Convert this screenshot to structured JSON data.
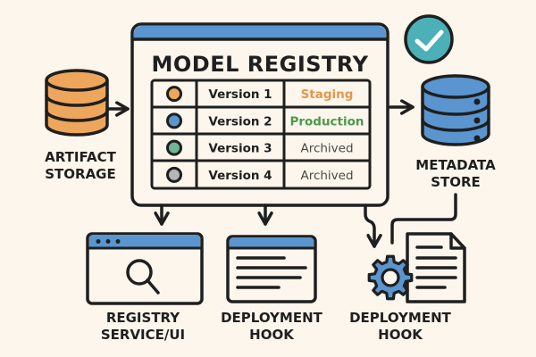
{
  "registry": {
    "title": "MODEL REGISTRY",
    "rows": [
      {
        "version": "Version 1",
        "status": "Staging",
        "dot_color": "#eea65c",
        "status_color": "#e8954a"
      },
      {
        "version": "Version 2",
        "status": "Production",
        "dot_color": "#5a95cf",
        "status_color": "#4b9a4b"
      },
      {
        "version": "Version 3",
        "status": "Archived",
        "dot_color": "#6fb594",
        "status_color": "#4a4a4a"
      },
      {
        "version": "Version 4",
        "status": "Archived",
        "dot_color": "#b5b5b5",
        "status_color": "#4a4a4a"
      }
    ]
  },
  "nodes": {
    "artifact_storage": {
      "line1": "ARTIFACT",
      "line2": "STORAGE",
      "icon": "database-icon"
    },
    "metadata_store": {
      "line1": "METADATA",
      "line2": "STORE",
      "icon": "database-icon"
    },
    "registry_service": {
      "line1": "REGISTRY",
      "line2": "SERVICE/UI",
      "icon": "browser-search-icon"
    },
    "deployment_hook_1": {
      "line1": "DEPLOYMENT",
      "line2": "HOOK",
      "icon": "document-window-icon"
    },
    "deployment_hook_2": {
      "line1": "DEPLOYMENT",
      "line2": "HOOK",
      "icon": "gear-document-icon"
    }
  },
  "badge": {
    "icon": "checkmark-icon"
  },
  "colors": {
    "background": "#fcf6ec",
    "blue": "#5a95cf",
    "orange": "#eea65c",
    "teal": "#4bb0b8",
    "ink": "#1f1f1f"
  }
}
